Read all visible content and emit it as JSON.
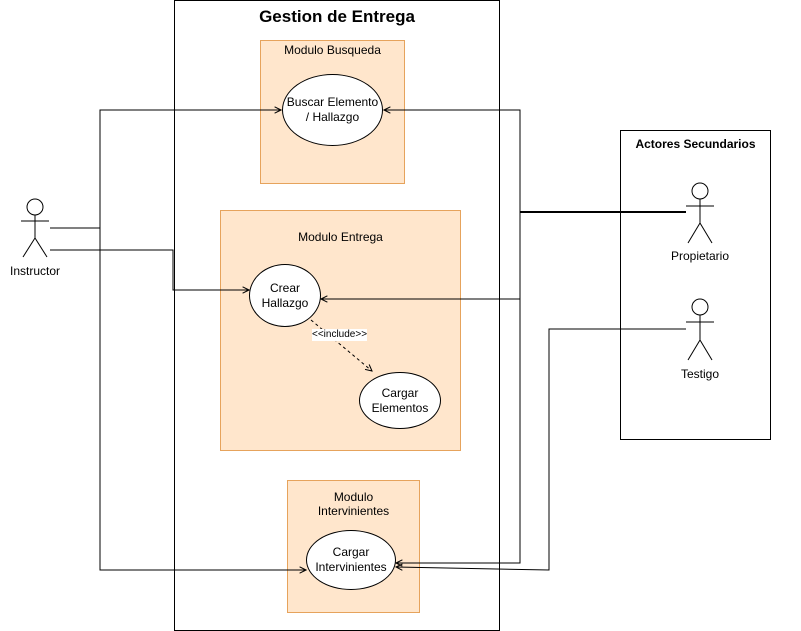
{
  "system": {
    "title": "Gestion de Entrega"
  },
  "modules": {
    "busqueda": {
      "title": "Modulo Busqueda"
    },
    "entrega": {
      "title": "Modulo Entrega"
    },
    "intervinientes": {
      "title_line1": "Modulo",
      "title_line2": "Intervinientes"
    }
  },
  "use_cases": {
    "buscar": {
      "line1": "Buscar Elemento",
      "line2": "/ Hallazgo"
    },
    "crear": {
      "line1": "Crear",
      "line2": "Hallazgo"
    },
    "cargar_elementos": {
      "line1": "Cargar",
      "line2": "Elementos"
    },
    "cargar_intervinientes": {
      "line1": "Cargar",
      "line2": "Intervinientes"
    }
  },
  "include_label": "<<include>>",
  "secondary_actors": {
    "title": "Actores Secundarios"
  },
  "actors": {
    "instructor": "Instructor",
    "propietario": "Propietario",
    "testigo": "Testigo"
  },
  "colors": {
    "module_fill": "#ffe6cc",
    "module_stroke": "#e6a35c",
    "line": "#000000"
  }
}
